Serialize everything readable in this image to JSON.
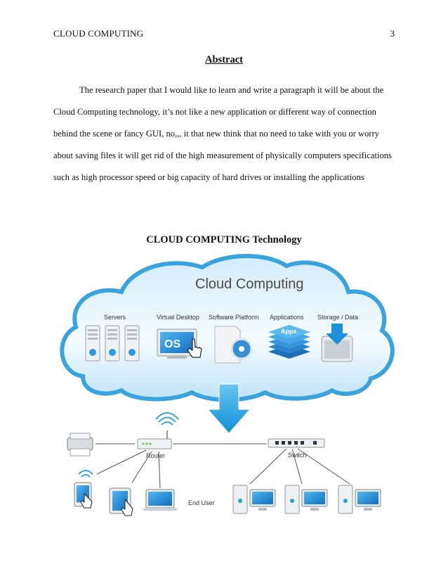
{
  "header": {
    "running_head": "CLOUD COMPUTING",
    "page_number": "3"
  },
  "abstract": {
    "title": "Abstract",
    "lines": [
      "The research paper that I would like to learn and write a paragraph it will be about the",
      "Cloud Computing technology, it’s not like a new application or different way of connection",
      "behind the scene or fancy GUI, no,,, it that new think that no need to take with you or worry",
      "about saving files it will get rid of the high measurement of physically computers specifications",
      "such as high processor speed or big capacity of hard drives or installing the applications"
    ]
  },
  "figure": {
    "title": "CLOUD COMPUTING Technology",
    "cloud_title": "Cloud Computing",
    "services": [
      "Servers",
      "Virtual Desktop",
      "Software Platform",
      "Applications",
      "Storage / Data"
    ],
    "os_label": "OS",
    "apps_label": "Apps",
    "router_label": "Router",
    "switch_label": "Switch",
    "end_user_label": "End User",
    "colors": {
      "cloud_border": "#3aa3de",
      "cloud_fill": "#e6f4fc",
      "arrow": "#1f9fe0",
      "screen": "#1b8fd6"
    }
  }
}
